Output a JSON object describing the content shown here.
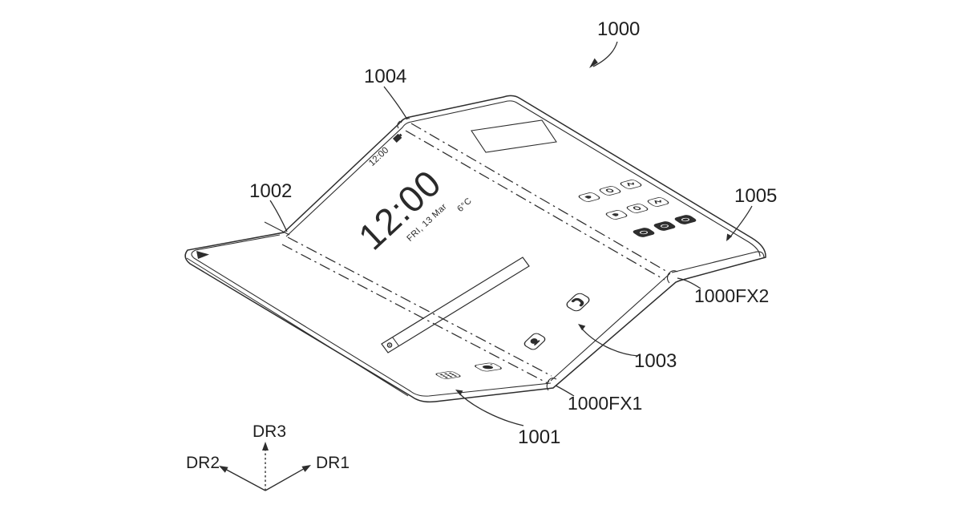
{
  "figure": {
    "reference_labels": {
      "device": "1000",
      "left_fold_corner": "1002",
      "top_fold_corner": "1004",
      "right_edge": "1005",
      "first_display_region": "1001",
      "third_display_region": "1003",
      "folding_axis_1": "1000FX1",
      "folding_axis_2": "1000FX2"
    },
    "direction_axes": {
      "dr1": "DR1",
      "dr2": "DR2",
      "dr3": "DR3"
    },
    "screen": {
      "status_time": "12:00",
      "clock_time": "12:00",
      "clock_date": "FRI, 13 Mar",
      "clock_temp": "6°C"
    },
    "icons": {
      "status_battery": "battery-icon",
      "search_bar": "search-widget-bar",
      "search_glyph": "search-glyph-icon",
      "dock_bell": "bell-app-icon",
      "dock_phone": "phone-app-icon",
      "wing_triangle": "play-triangle-icon",
      "wing_grid": "fingerprint-grid-icon",
      "wing_camera": "camera-lens-icon",
      "right_widget": "widget-outline",
      "right_app_grid": "app-grid-3x3"
    },
    "colors": {
      "ink": "#2d2d2d",
      "text": "#1f1f1f",
      "background": "#ffffff"
    }
  }
}
